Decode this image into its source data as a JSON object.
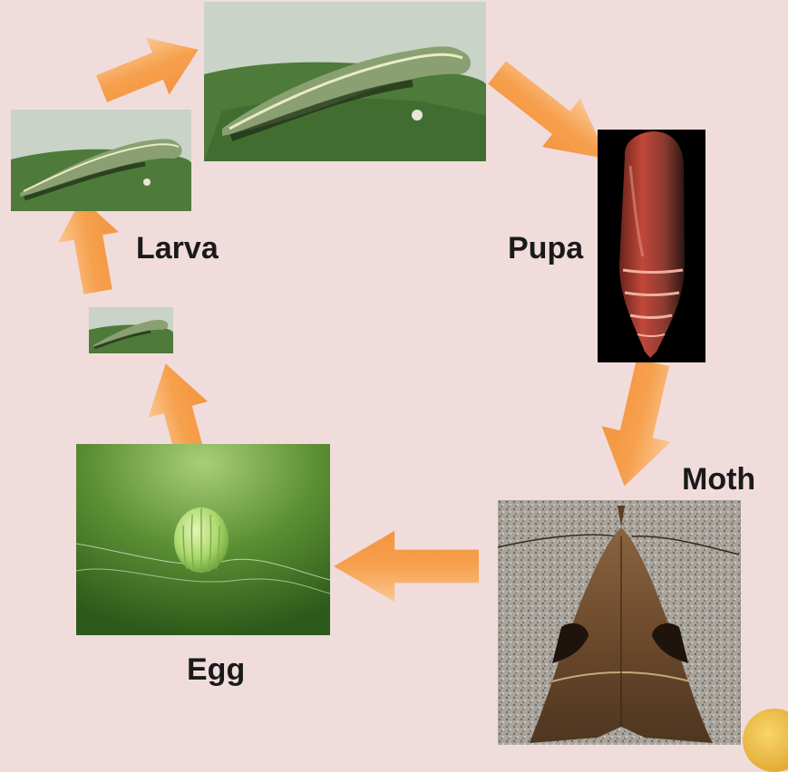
{
  "stages": {
    "larva_label": "Larva",
    "pupa_label": "Pupa",
    "moth_label": "Moth",
    "egg_label": "Egg"
  },
  "colors": {
    "background": "#f1dcdc",
    "arrow_fill": "#f6a04d",
    "arrow_highlight": "#fbc894",
    "label_text": "#1a1a1a"
  },
  "images": {
    "larva_large": "caterpillar on leaf (large)",
    "larva_medium": "caterpillar on leaf (medium)",
    "larva_small": "caterpillar on leaf (small)",
    "pupa": "reddish-brown pupa on black background",
    "moth": "brown moth on speckled stone",
    "egg": "green ribbed egg on leaf"
  }
}
